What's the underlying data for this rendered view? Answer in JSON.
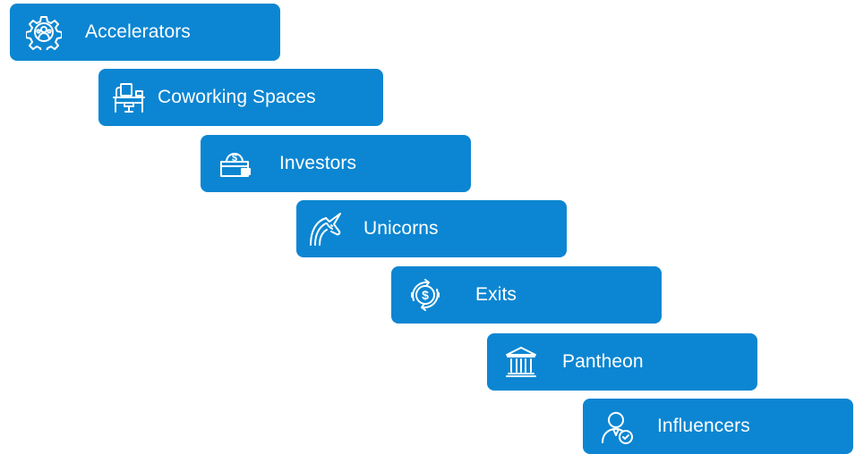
{
  "colors": {
    "box": "#0c86d2",
    "text": "#ffffff",
    "background": "#ffffff"
  },
  "steps": [
    {
      "label": "Accelerators",
      "icon": "gear-people-icon"
    },
    {
      "label": "Coworking Spaces",
      "icon": "desk-workspace-icon"
    },
    {
      "label": "Investors",
      "icon": "money-wallet-icon"
    },
    {
      "label": "Unicorns",
      "icon": "unicorn-icon"
    },
    {
      "label": "Exits",
      "icon": "dollar-cycle-icon"
    },
    {
      "label": "Pantheon",
      "icon": "bank-building-icon"
    },
    {
      "label": "Influencers",
      "icon": "verified-person-icon"
    }
  ]
}
